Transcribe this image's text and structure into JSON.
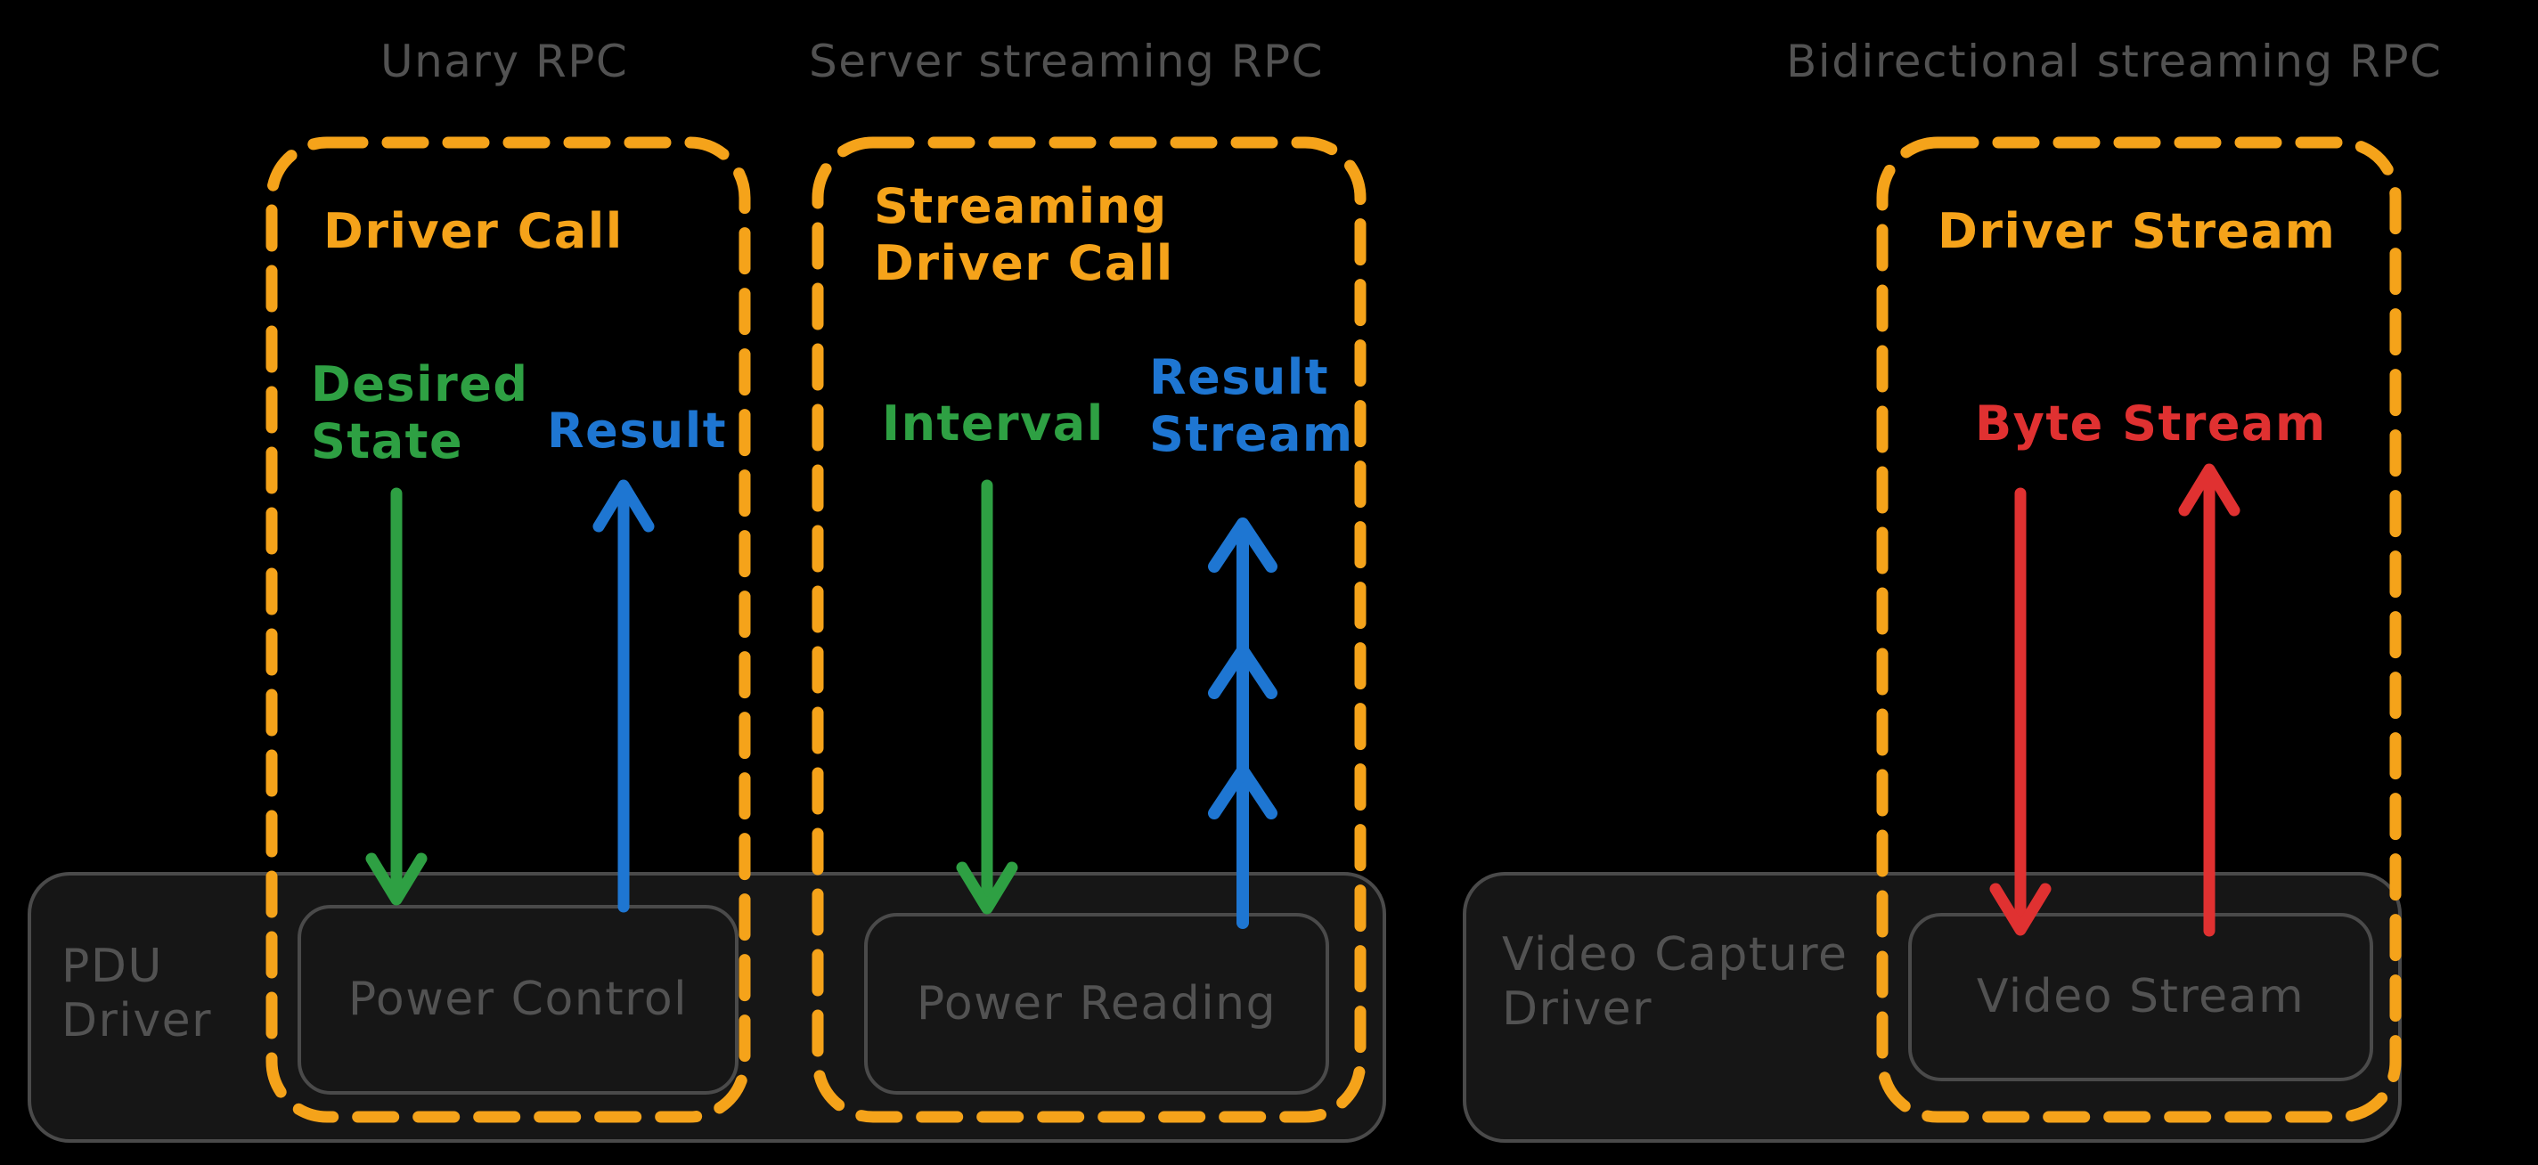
{
  "colors": {
    "bg": "#000000",
    "orange": "#f5a31a",
    "green": "#2ea043",
    "blue": "#1e76d2",
    "red": "#e03131",
    "gray-stroke": "#4a4a4a",
    "gray-text": "#525252",
    "box-fill": "#161616"
  },
  "sections": {
    "unary": {
      "title": "Unary RPC",
      "call_label": "Driver Call",
      "request_label": "Desired\nState",
      "response_label": "Result"
    },
    "server_streaming": {
      "title": "Server streaming RPC",
      "call_label": "Streaming\nDriver Call",
      "request_label": "Interval",
      "response_label": "Result\nStream"
    },
    "bidirectional": {
      "title": "Bidirectional streaming RPC",
      "call_label": "Driver Stream",
      "stream_label": "Byte Stream"
    }
  },
  "drivers": {
    "pdu": {
      "label": "PDU\nDriver",
      "methods": [
        "Power Control",
        "Power Reading"
      ]
    },
    "video": {
      "label": "Video Capture\nDriver",
      "methods": [
        "Video Stream"
      ]
    }
  }
}
